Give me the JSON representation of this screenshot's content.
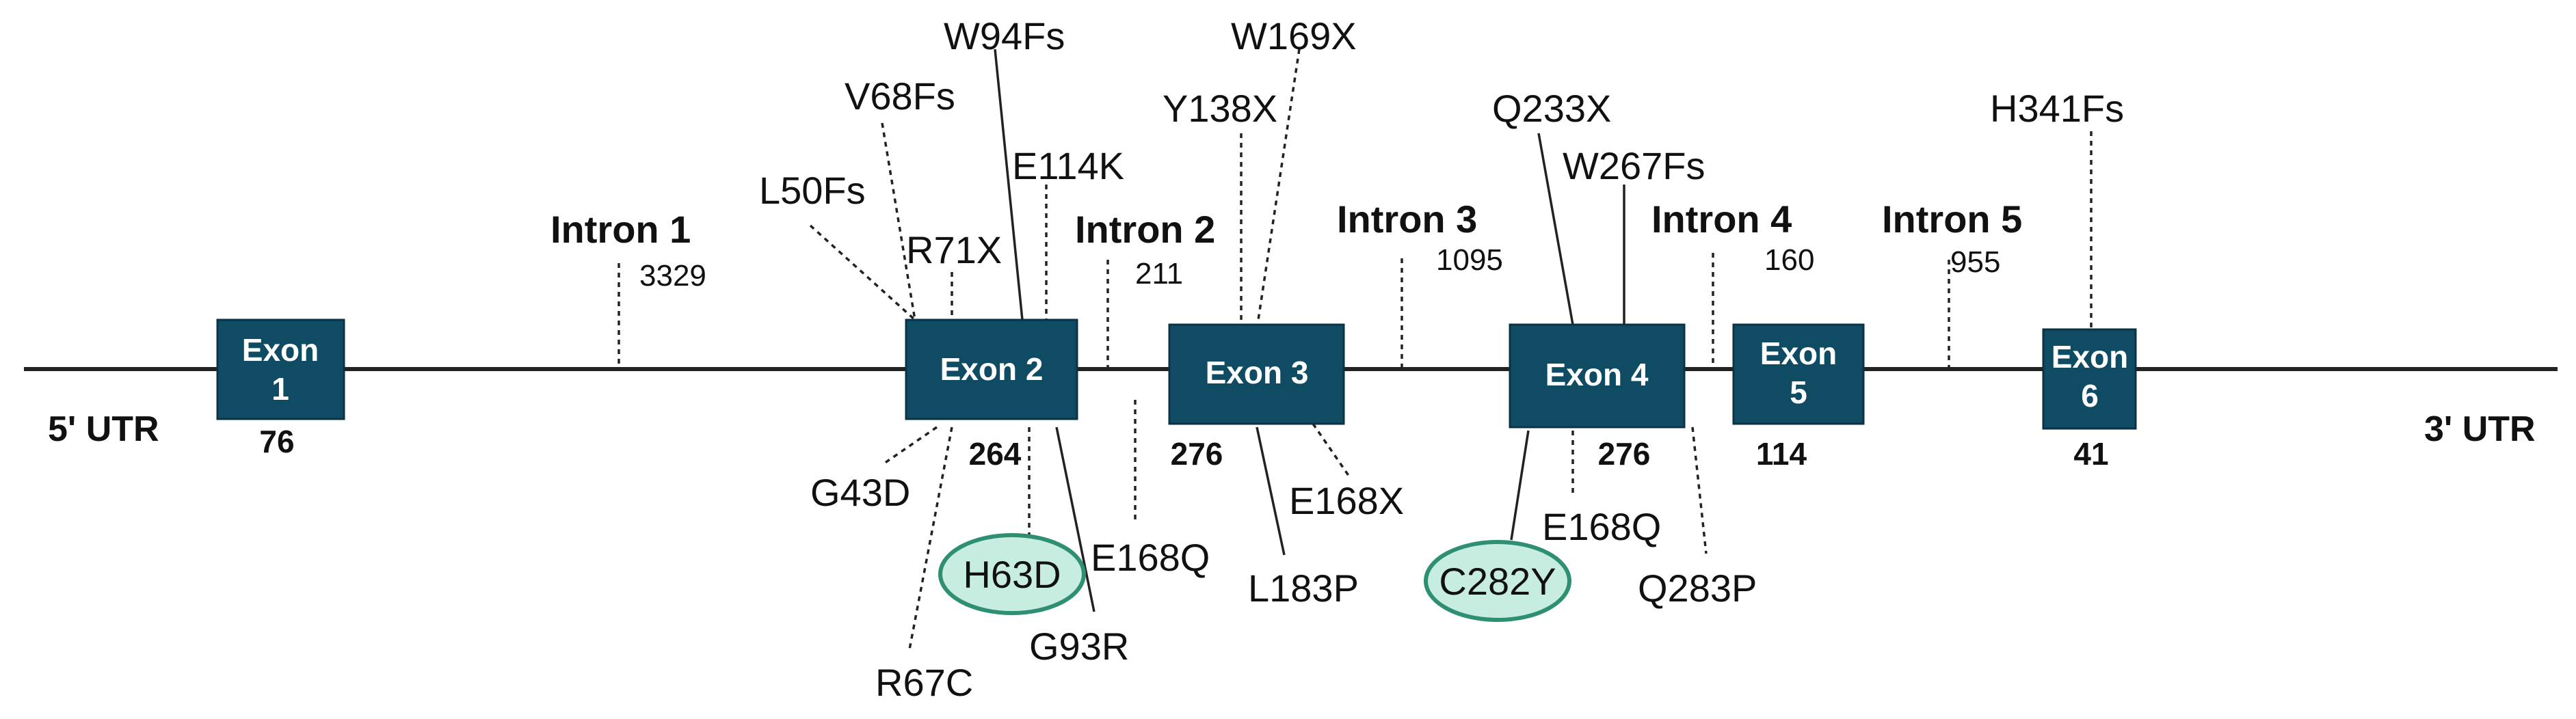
{
  "utr": {
    "five": "5' UTR",
    "three": "3' UTR"
  },
  "colors": {
    "exon_fill": "#0f4c64",
    "ellipse_fill": "#c7ece0",
    "ellipse_stroke": "#2f8f72",
    "backbone": "#222222"
  },
  "exons": [
    {
      "line1": "Exon",
      "line2": "1",
      "length": "76"
    },
    {
      "line1": "Exon 2",
      "line2": "",
      "length": "264"
    },
    {
      "line1": "Exon 3",
      "line2": "",
      "length": "276"
    },
    {
      "line1": "Exon 4",
      "line2": "",
      "length": "276"
    },
    {
      "line1": "Exon",
      "line2": "5",
      "length": "114"
    },
    {
      "line1": "Exon",
      "line2": "6",
      "length": "41"
    }
  ],
  "introns": [
    {
      "title": "Intron 1",
      "length": "3329"
    },
    {
      "title": "Intron 2",
      "length": "211"
    },
    {
      "title": "Intron 3",
      "length": "1095"
    },
    {
      "title": "Intron 4",
      "length": "160"
    },
    {
      "title": "Intron 5",
      "length": "955"
    }
  ],
  "mutations_above": [
    "W94Fs",
    "V68Fs",
    "E114K",
    "L50Fs",
    "R71X",
    "W169X",
    "Y138X",
    "Q233X",
    "W267Fs",
    "H341Fs"
  ],
  "mutations_below": [
    "G43D",
    "E168Q",
    "G93R",
    "R67C",
    "E168X",
    "L183P",
    "E168Q",
    "Q283P"
  ],
  "highlighted_mutations": [
    "H63D",
    "C282Y"
  ]
}
